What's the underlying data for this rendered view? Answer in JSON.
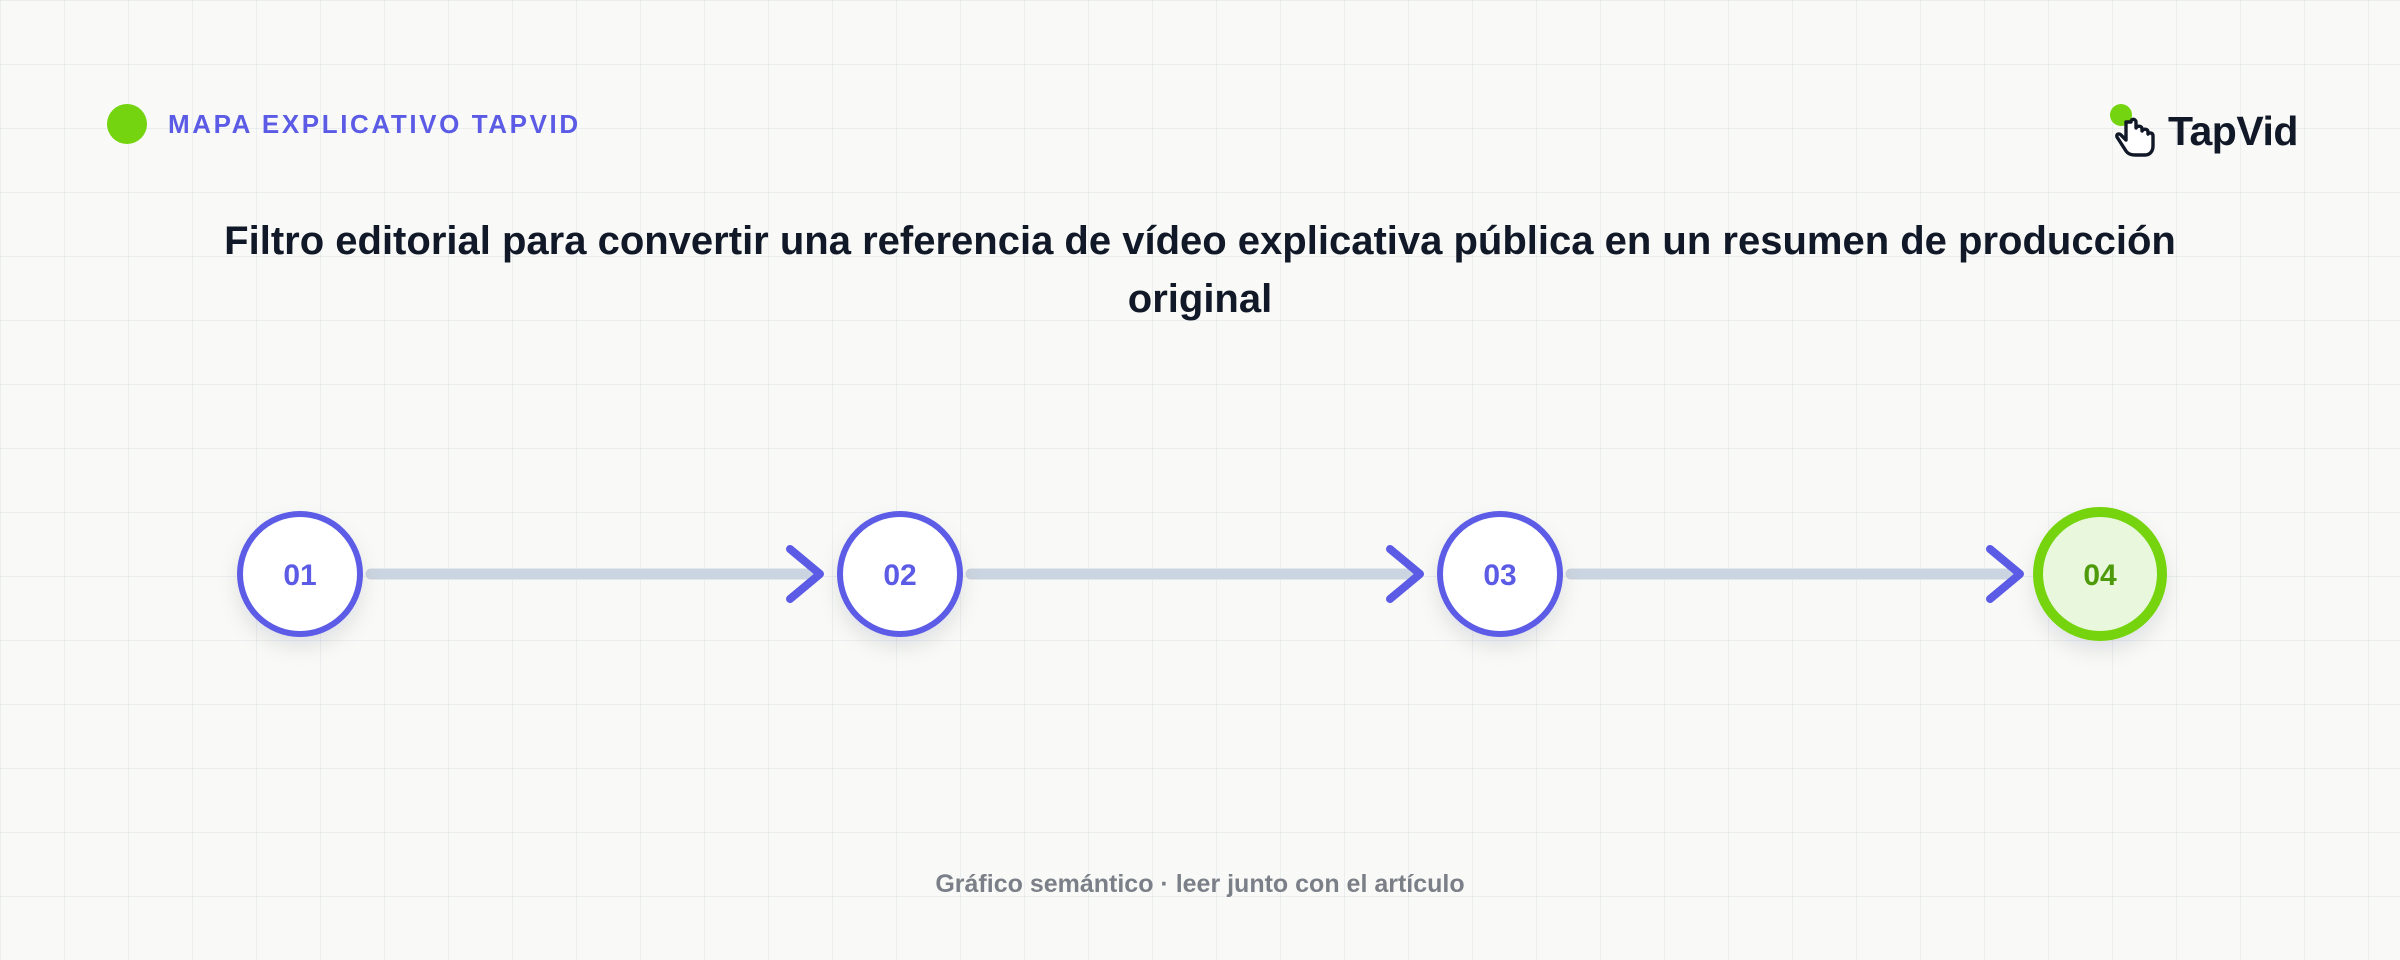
{
  "header": {
    "eyebrow": "MAPA EXPLICATIVO TAPVID",
    "brand_name": "TapVid",
    "brand_icon": "pointing-hand-icon"
  },
  "title": "Filtro editorial para convertir una referencia de vídeo explicativa pública en un resumen de producción original",
  "steps": [
    {
      "label": "01",
      "state": "default"
    },
    {
      "label": "02",
      "state": "default"
    },
    {
      "label": "03",
      "state": "default"
    },
    {
      "label": "04",
      "state": "highlight"
    }
  ],
  "connector_icon": "arrow-right-icon",
  "footer": "Gráfico semántico · leer junto con el artículo",
  "colors": {
    "accent": "#5b5be6",
    "highlight": "#74d40f",
    "highlight_text": "#4d9a0a",
    "highlight_fill": "#e9f7dc",
    "connector": "#cbd5e1",
    "title": "#111827",
    "muted": "#7a7f88"
  }
}
